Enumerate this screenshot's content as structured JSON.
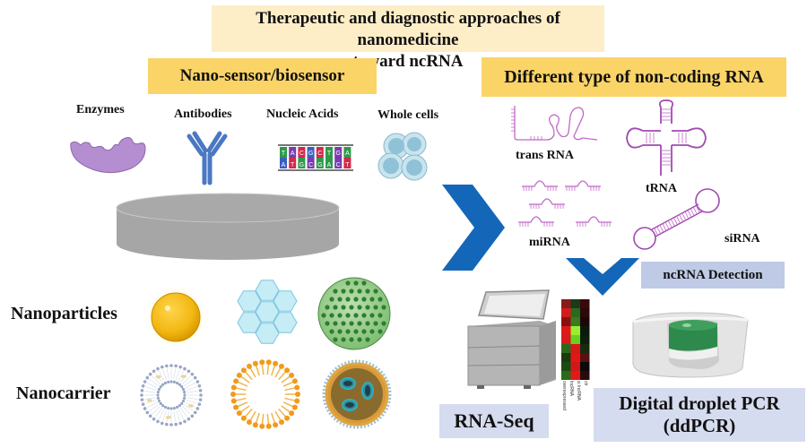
{
  "title": {
    "line1": "Therapeutic and diagnostic approaches of nanomedicine",
    "line2": "toward ncRNA"
  },
  "left_section": {
    "header": "Nano-sensor/biosensor",
    "bioreceptors": [
      {
        "label": "Enzymes",
        "icon": "enzyme-icon"
      },
      {
        "label": "Antibodies",
        "icon": "antibody-icon"
      },
      {
        "label": "Nucleic Acids",
        "icon": "dna-icon"
      },
      {
        "label": "Whole cells",
        "icon": "cells-icon"
      }
    ],
    "dna_bases_top": [
      "T",
      "A",
      "C",
      "G",
      "C",
      "T",
      "G",
      "A"
    ],
    "dna_bases_bottom": [
      "A",
      "T",
      "G",
      "C",
      "G",
      "A",
      "C",
      "T"
    ],
    "rows": [
      {
        "label": "Nanoparticles",
        "items": [
          "gold-nanoparticle-icon",
          "graphene-sheet-icon",
          "silica-nanoparticle-icon"
        ]
      },
      {
        "label": "Nanocarrier",
        "items": [
          "liposome-icon",
          "micelle-icon",
          "lipid-nanoparticle-icon"
        ]
      }
    ]
  },
  "right_section": {
    "header": "Different type of non-coding RNA",
    "rna_types": [
      {
        "label": "trans RNA",
        "icon": "trans-rna-icon"
      },
      {
        "label": "tRNA",
        "icon": "trna-icon"
      },
      {
        "label": "miRNA",
        "icon": "mirna-icon"
      },
      {
        "label": "siRNA",
        "icon": "sirna-icon"
      }
    ],
    "detection_label": "ncRNA Detection",
    "methods": [
      {
        "label": "RNA-Seq",
        "icon": "sequencer-icon"
      },
      {
        "label_line1": "Digital droplet PCR",
        "label_line2": "(ddPCR)",
        "icon": "ddpcr-machine-icon"
      }
    ],
    "heatmap": {
      "column_labels": [
        "overexpressed",
        "lncRNA",
        "si lncRNA",
        "ctr"
      ]
    }
  },
  "colors": {
    "title_bg": "#fdeec8",
    "header_bg": "#fbd468",
    "method_bg": "#d6dcef",
    "detection_bg": "#bfcbe6",
    "arrow_blue": "#1466b8",
    "rna_purple": "#c068c8"
  }
}
